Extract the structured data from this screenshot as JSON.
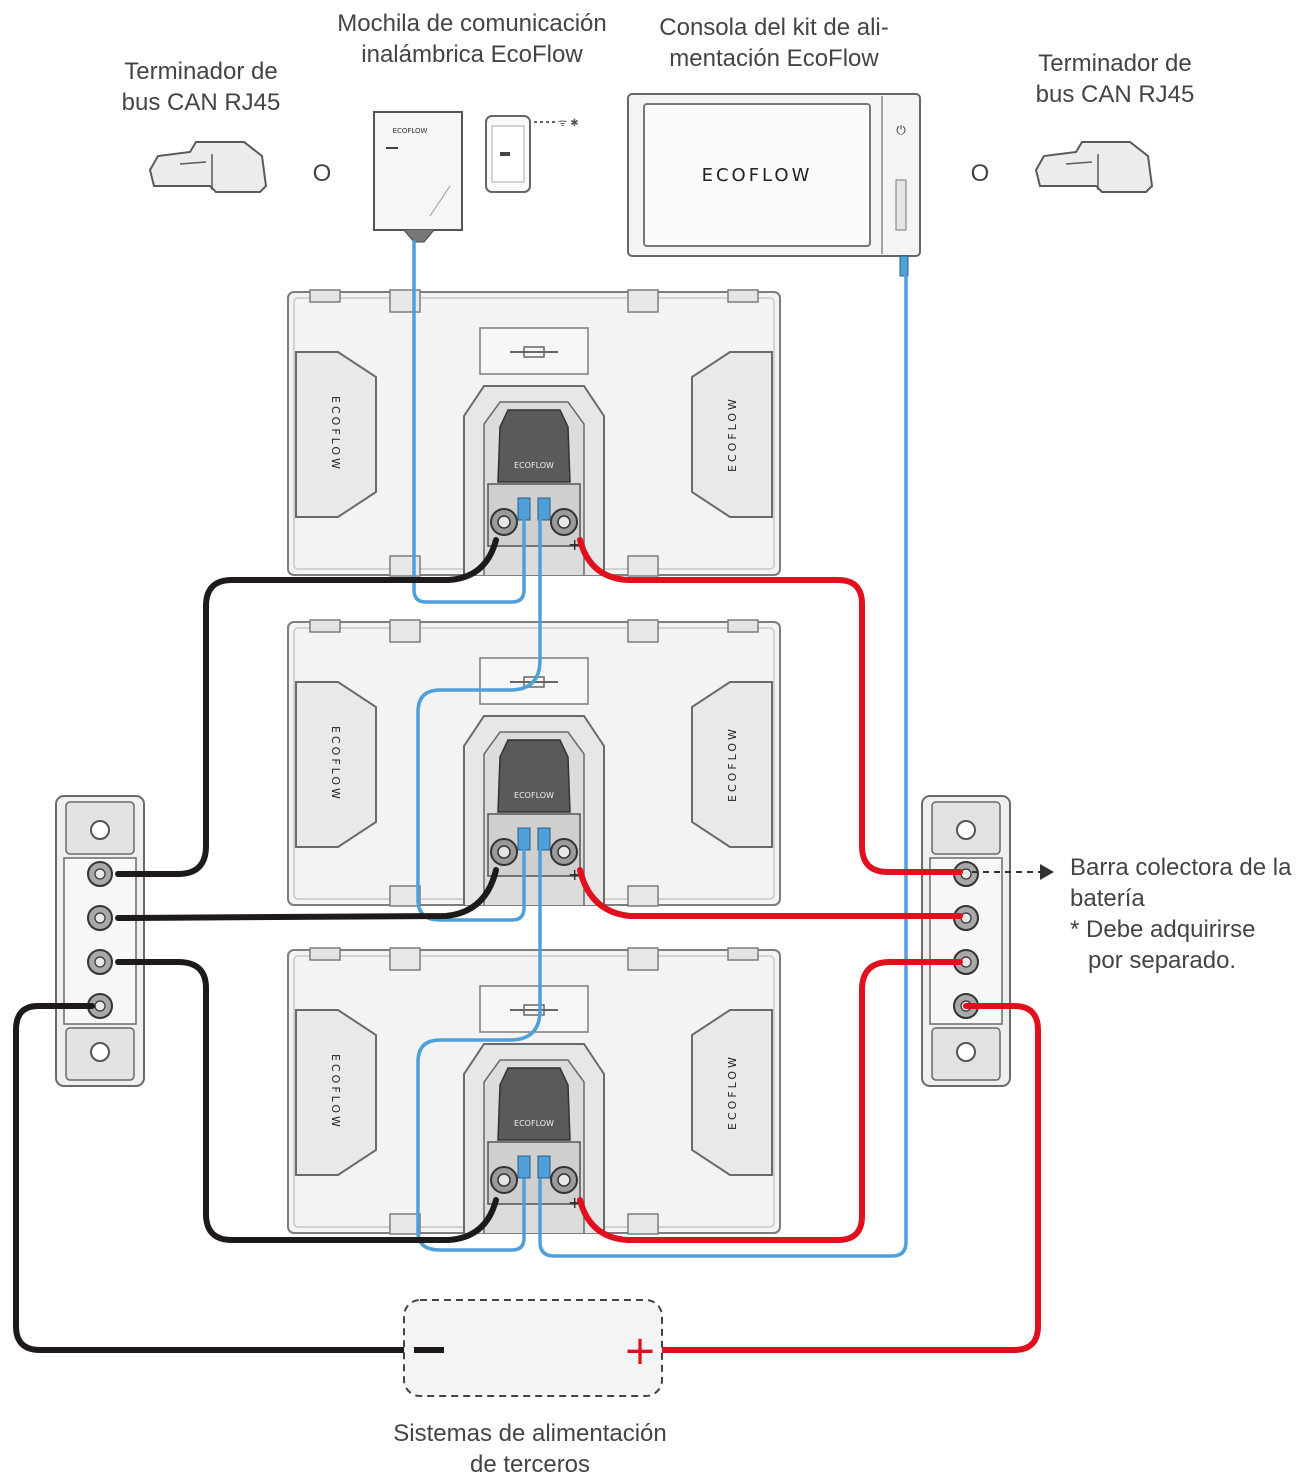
{
  "labels": {
    "terminator_left_line1": "Terminador de",
    "terminator_left_line2": "bus CAN RJ45",
    "backpack_line1": "Mochila de comunicación",
    "backpack_line2": "inalámbrica EcoFlow",
    "console_line1": "Consola del kit de ali-",
    "console_line2": "mentación EcoFlow",
    "terminator_right_line1": "Terminador de",
    "terminator_right_line2": "bus CAN RJ45",
    "or_left": "O",
    "or_right": "O",
    "busbar_line1": "Barra colectora de la",
    "busbar_line2": "batería",
    "busbar_note_line1": "*  Debe adquirirse",
    "busbar_note_line2": "por separado.",
    "third_party_line1": "Sistemas de alimentación",
    "third_party_line2": "de terceros",
    "plus_sign": "+",
    "brand_console": "ECOFLOW",
    "brand_battery": "ECOFLOW"
  },
  "colors": {
    "cable_black": "#1e1a1a",
    "cable_red": "#e0101e",
    "cable_blue": "#4f9fd8",
    "device_fill": "#f1f1f1",
    "device_stroke": "#8a8a8a",
    "connector_dark": "#555555"
  }
}
